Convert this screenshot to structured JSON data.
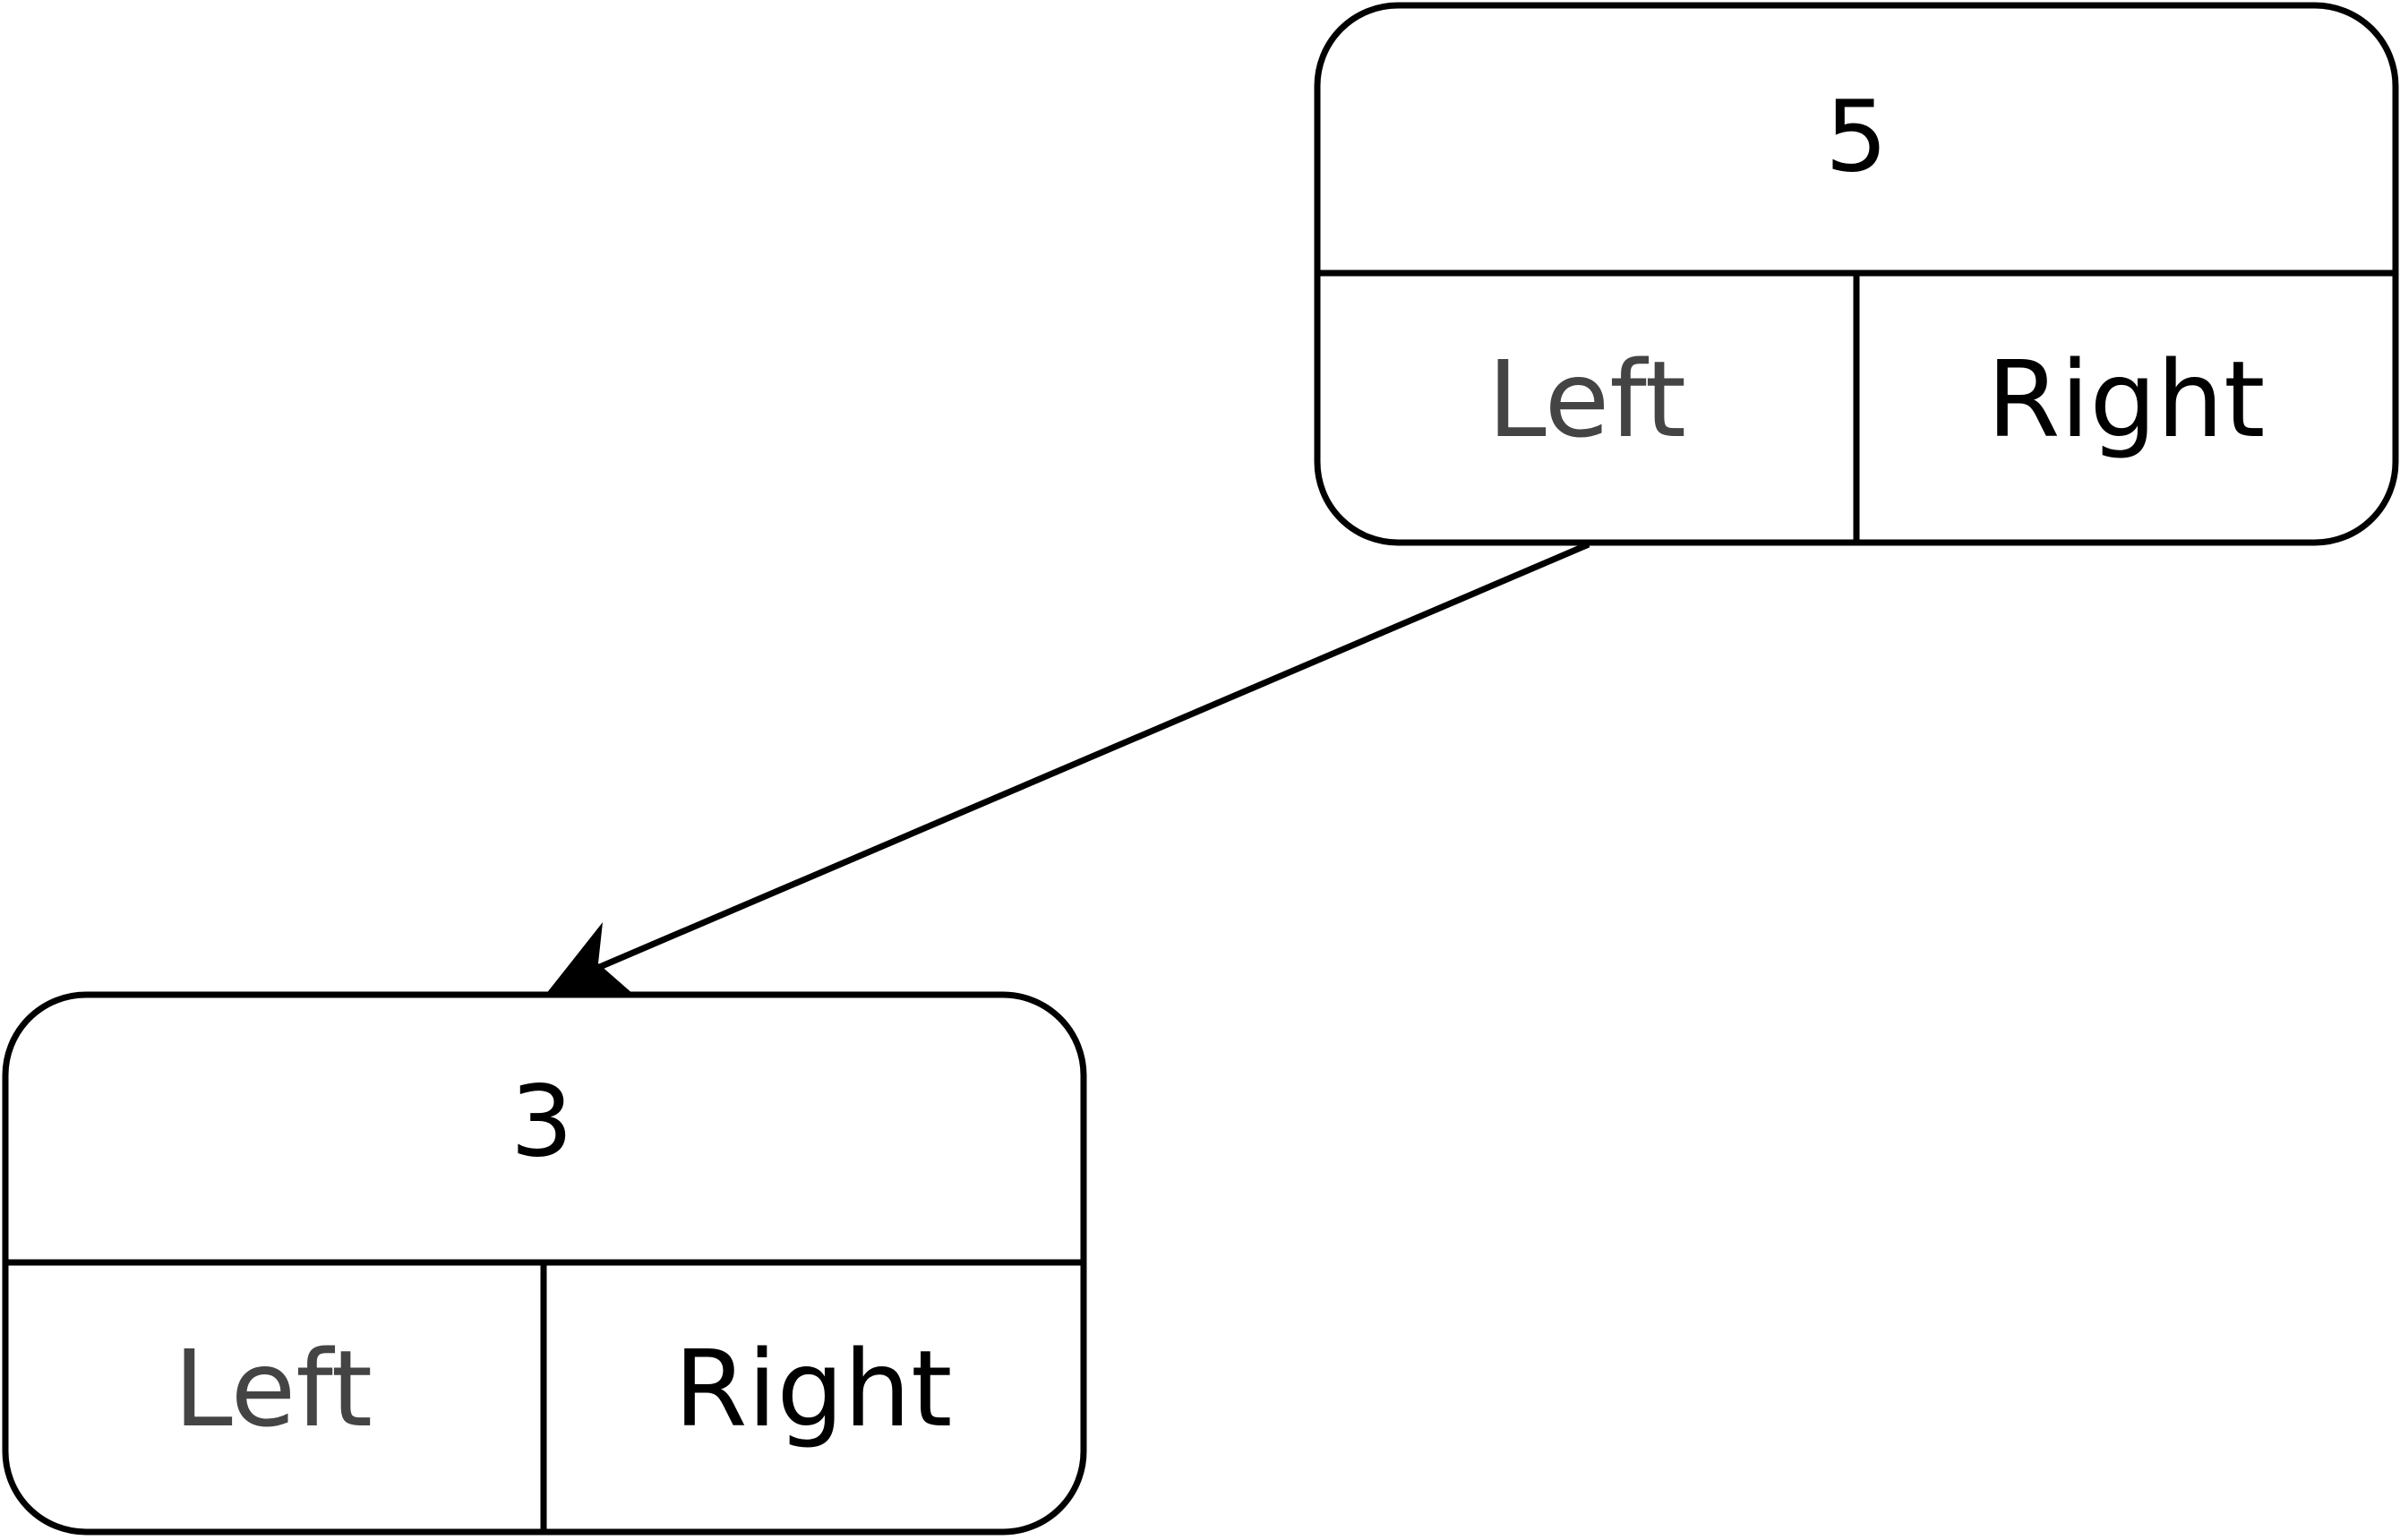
{
  "nodes": {
    "root": {
      "value": "5",
      "left_label": "Left",
      "right_label": "Right"
    },
    "child": {
      "value": "3",
      "left_label": "Left",
      "right_label": "Right"
    }
  },
  "colors": {
    "stroke": "#000000",
    "left_label_text": "#444444",
    "right_label_text": "#000000",
    "background": "#ffffff"
  }
}
